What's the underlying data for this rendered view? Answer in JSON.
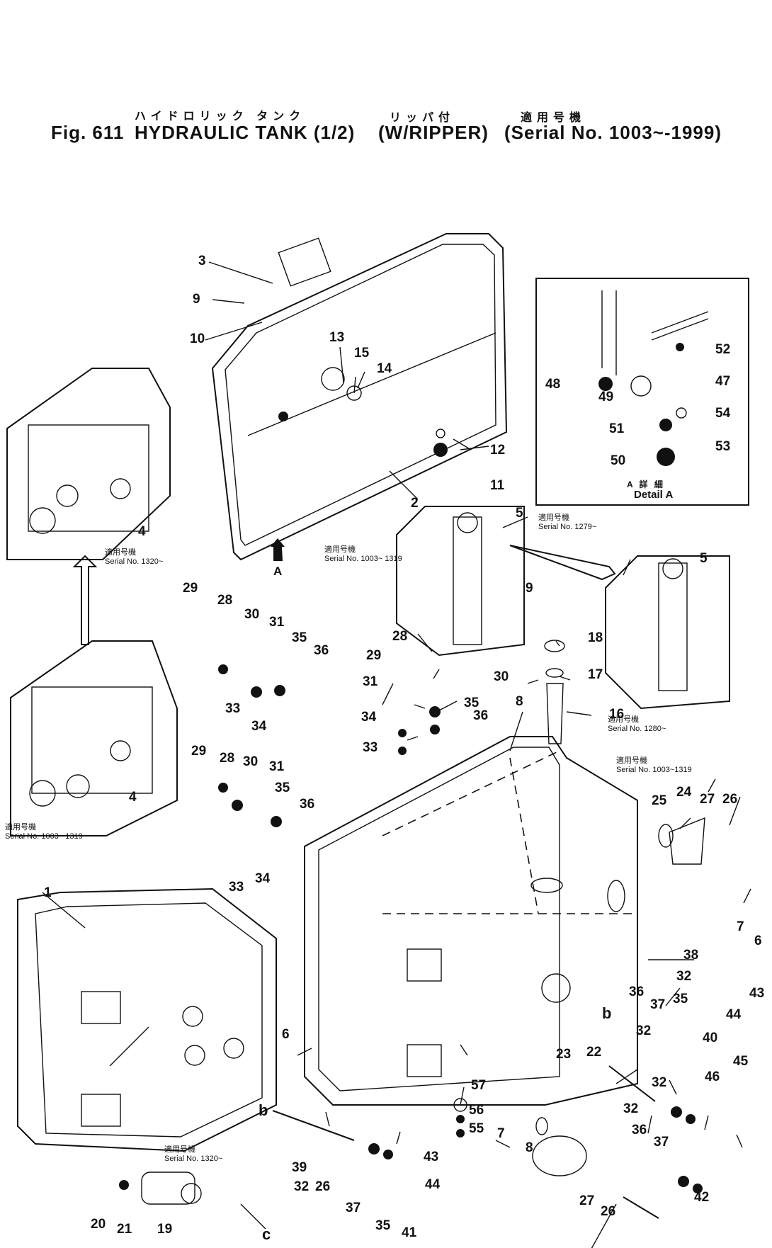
{
  "title": {
    "jp_line": "ハイドロリック タンク",
    "jp_ripper": "リッパ付",
    "jp_serial": "適用号機",
    "fig": "Fig. 611",
    "name": "HYDRAULIC TANK (1/2)",
    "variant": "(W/RIPPER)",
    "serial": "(Serial No. 1003~-1999)"
  },
  "detail": {
    "jp": "A 詳 細",
    "label": "Detail A"
  },
  "view_arrow": "A",
  "notes": [
    {
      "id": "n1",
      "jp": "適用号機",
      "text": "Serial No. 1320~"
    },
    {
      "id": "n2",
      "jp": "適用号機",
      "text": "Serial No. 1003~ 1319"
    },
    {
      "id": "n3",
      "jp": "適用号機",
      "text": "Serial No. 1003~ 1319"
    },
    {
      "id": "n4",
      "jp": "適用号機",
      "text": "Serial No. 1279~"
    },
    {
      "id": "n5",
      "jp": "適用号機",
      "text": "Serial No. 1280~"
    },
    {
      "id": "n6",
      "jp": "適用号機",
      "text": "Serial No. 1003~1319"
    },
    {
      "id": "n7",
      "jp": "適用号機",
      "text": "Serial No. 1320~"
    }
  ],
  "callouts": [
    "1",
    "2",
    "3",
    "4",
    "4",
    "5",
    "5",
    "6",
    "6",
    "7",
    "7",
    "8",
    "8",
    "9",
    "9",
    "10",
    "11",
    "12",
    "13",
    "14",
    "15",
    "16",
    "17",
    "18",
    "19",
    "20",
    "21",
    "22",
    "23",
    "24",
    "25",
    "26",
    "26",
    "26",
    "27",
    "27",
    "28",
    "28",
    "28",
    "29",
    "29",
    "29",
    "30",
    "30",
    "30",
    "31",
    "31",
    "31",
    "32",
    "32",
    "32",
    "32",
    "32",
    "33",
    "33",
    "33",
    "34",
    "34",
    "34",
    "35",
    "35",
    "35",
    "35",
    "35",
    "36",
    "36",
    "36",
    "36",
    "36",
    "37",
    "37",
    "37",
    "38",
    "39",
    "40",
    "41",
    "42",
    "43",
    "43",
    "44",
    "44",
    "45",
    "46",
    "47",
    "48",
    "49",
    "50",
    "51",
    "52",
    "53",
    "54",
    "55",
    "56",
    "57",
    "b",
    "b",
    "c"
  ]
}
